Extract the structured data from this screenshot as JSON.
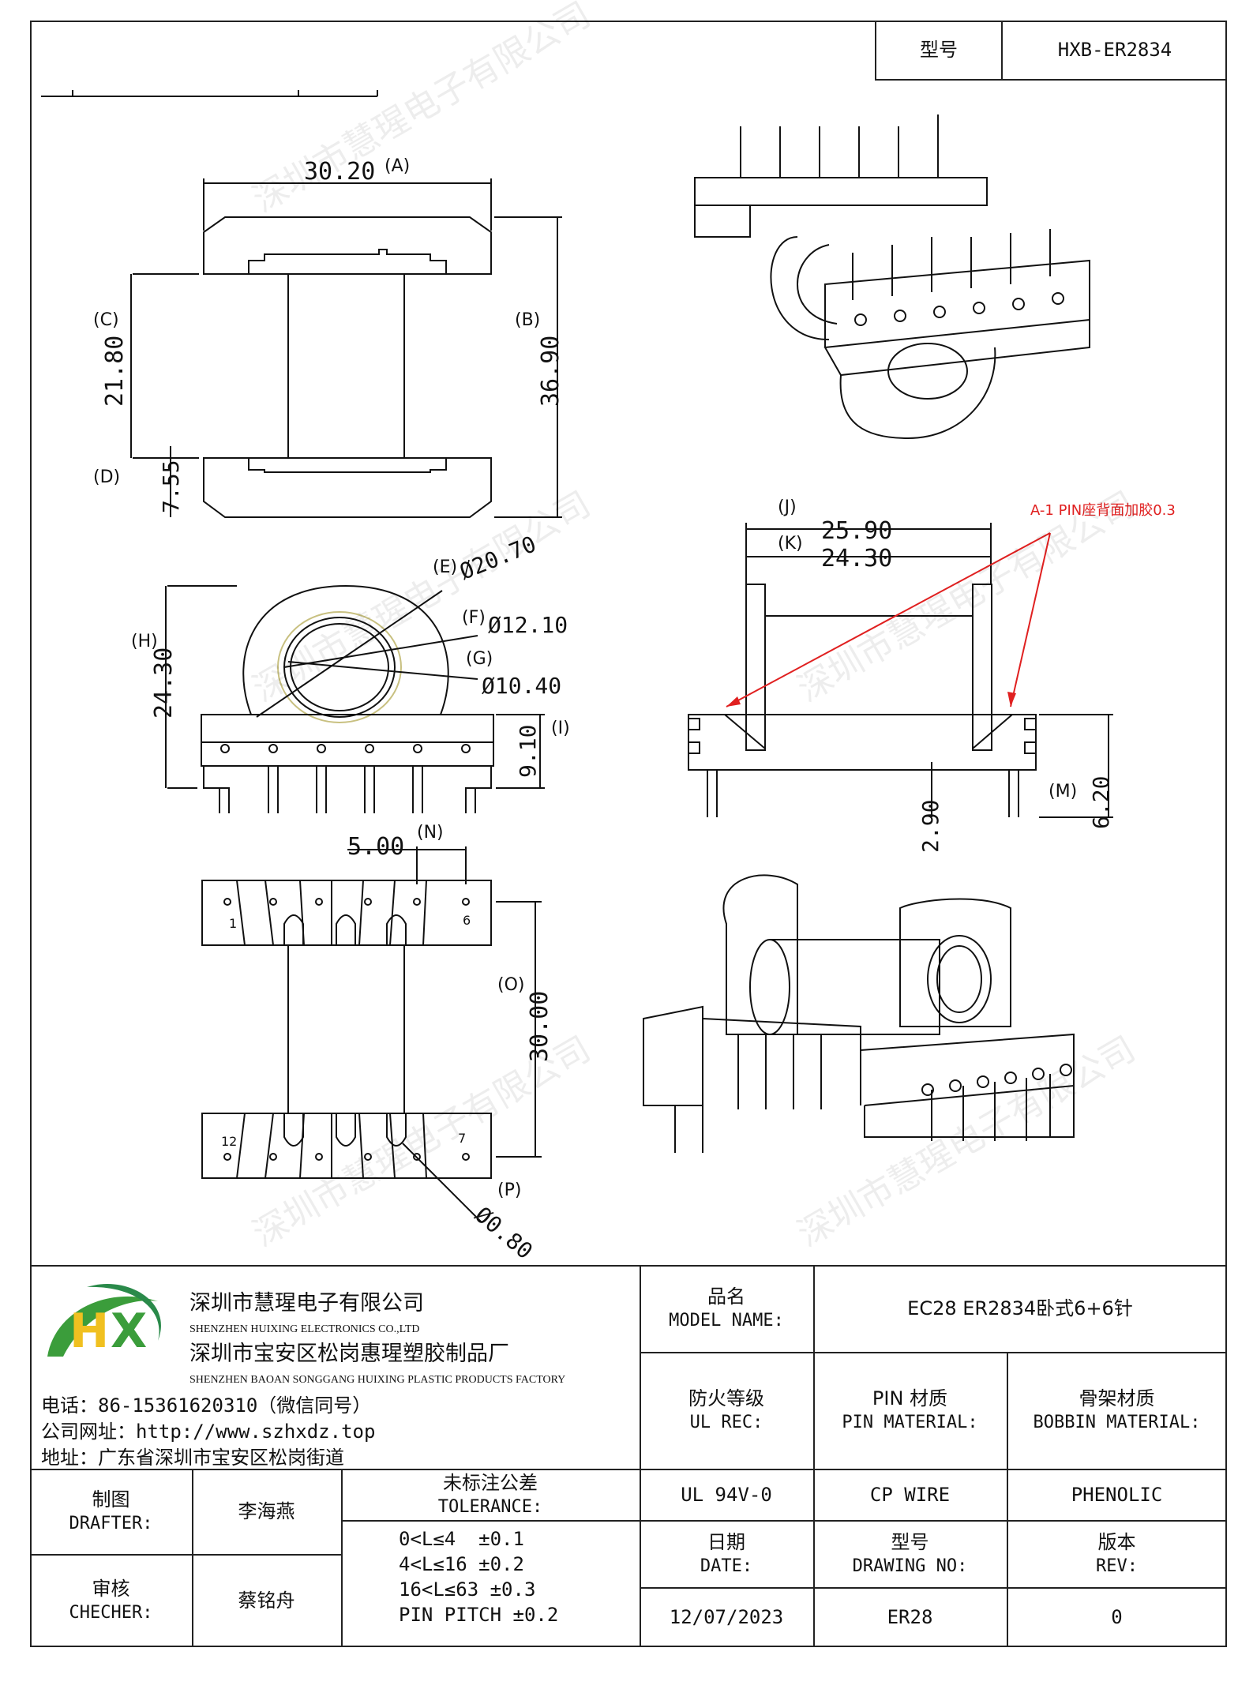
{
  "header": {
    "label": "型号",
    "value": "HXB-ER2834"
  },
  "watermark": "深圳市慧瑆电子有限公司",
  "drawing": {
    "dim_a": "30.20",
    "lbl_a": "(A)",
    "dim_b": "36.90",
    "lbl_b": "(B)",
    "dim_c": "21.80",
    "lbl_c": "(C)",
    "dim_d": "7.55",
    "lbl_d": "(D)",
    "dim_e": "Ø20.70",
    "lbl_e": "(E)",
    "dim_f": "Ø12.10",
    "lbl_f": "(F)",
    "dim_g": "Ø10.40",
    "lbl_g": "(G)",
    "dim_h": "24.30",
    "lbl_h": "(H)",
    "dim_i": "9.10",
    "lbl_i": "(I)",
    "dim_j": "25.90",
    "lbl_j": "(J)",
    "dim_k": "24.30",
    "lbl_k": "(K)",
    "dim_m": "6.20",
    "lbl_m": "(M)",
    "dim_l": "2.90",
    "dim_n": "5.00",
    "lbl_n": "(N)",
    "dim_o": "30.00",
    "lbl_o": "(O)",
    "dim_p": "Ø0.80",
    "lbl_p": "(P)",
    "note": "A-1 PIN座背面加胶0.3",
    "pin_1": "1",
    "pin_6": "6",
    "pin_7": "7",
    "pin_12": "12"
  },
  "company": {
    "logo_text": "HX",
    "name_cn": "深圳市慧瑆电子有限公司",
    "name_en": "SHENZHEN HUIXING ELECTRONICS CO.,LTD",
    "factory_cn": "深圳市宝安区松岗惠瑆塑胶制品厂",
    "factory_en": "SHENZHEN BAOAN SONGGANG HUIXING PLASTIC PRODUCTS FACTORY",
    "phone": "电话：86-15361620310（微信同号）",
    "website": "公司网址：http://www.szhxdz.top",
    "address": "地址：广东省深圳市宝安区松岗街道"
  },
  "titleblock": {
    "model_cn": "品名",
    "model_en": "MODEL NAME:",
    "model_value": "EC28 ER2834卧式6+6针",
    "fire_cn": "防火等级",
    "fire_en": "UL REC:",
    "fire_value": "UL 94V-0",
    "pin_cn": "PIN 材质",
    "pin_en": "PIN MATERIAL:",
    "pin_value": "CP WIRE",
    "bobbin_cn": "骨架材质",
    "bobbin_en": "BOBBIN MATERIAL:",
    "bobbin_value": "PHENOLIC",
    "date_cn": "日期",
    "date_en": "DATE:",
    "date_value": "12/07/2023",
    "dwg_cn": "型号",
    "dwg_en": "DRAWING NO:",
    "dwg_value": "ER28",
    "rev_cn": "版本",
    "rev_en": "REV:",
    "rev_value": "0",
    "drafter_cn": "制图",
    "drafter_en": "DRAFTER:",
    "drafter_name": "李海燕",
    "checker_cn": "审核",
    "checker_en": "CHECHER:",
    "checker_name": "蔡铭舟",
    "tol_cn": "未标注公差",
    "tol_en": "TOLERANCE:",
    "tol_lines": [
      "0<L≤4  ±0.1",
      "4<L≤16 ±0.2",
      "16<L≤63 ±0.3",
      "PIN PITCH ±0.2"
    ]
  }
}
